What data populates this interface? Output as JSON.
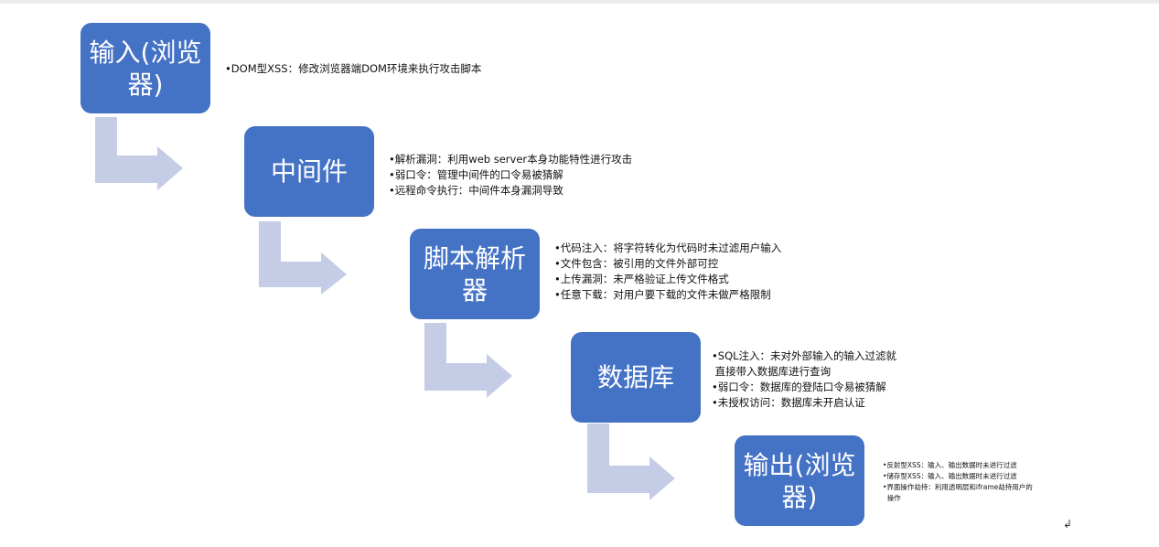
{
  "colors": {
    "box": "#4472c4",
    "box_text": "#ffffff",
    "arrow": "#c5cde6"
  },
  "stages": [
    {
      "title": "输入(浏览器)",
      "notes": [
        "•DOM型XSS：修改浏览器端DOM环境来执行攻击脚本"
      ]
    },
    {
      "title": "中间件",
      "notes": [
        "•解析漏洞：利用web server本身功能特性进行攻击",
        "•弱口令：管理中间件的口令易被猜解",
        "•远程命令执行：中间件本身漏洞导致"
      ]
    },
    {
      "title": "脚本解析器",
      "notes": [
        "•代码注入：将字符转化为代码时未过滤用户输入",
        "•文件包含：被引用的文件外部可控",
        "•上传漏洞：未严格验证上传文件格式",
        "•任意下载：对用户要下载的文件未做严格限制"
      ]
    },
    {
      "title": "数据库",
      "notes": [
        "•SQL注入：未对外部输入的输入过滤就\n 直接带入数据库进行查询",
        "•弱口令：数据库的登陆口令易被猜解",
        "•未授权访问：数据库未开启认证"
      ]
    },
    {
      "title": "输出(浏览器)",
      "notes": [
        "•反射型XSS：输入、输出数据时未进行过滤",
        "•储存型XSS：输入、输出数据时未进行过滤",
        "•界面操作劫持：利用透明层和iframe劫持用户的\n  操作"
      ]
    }
  ]
}
